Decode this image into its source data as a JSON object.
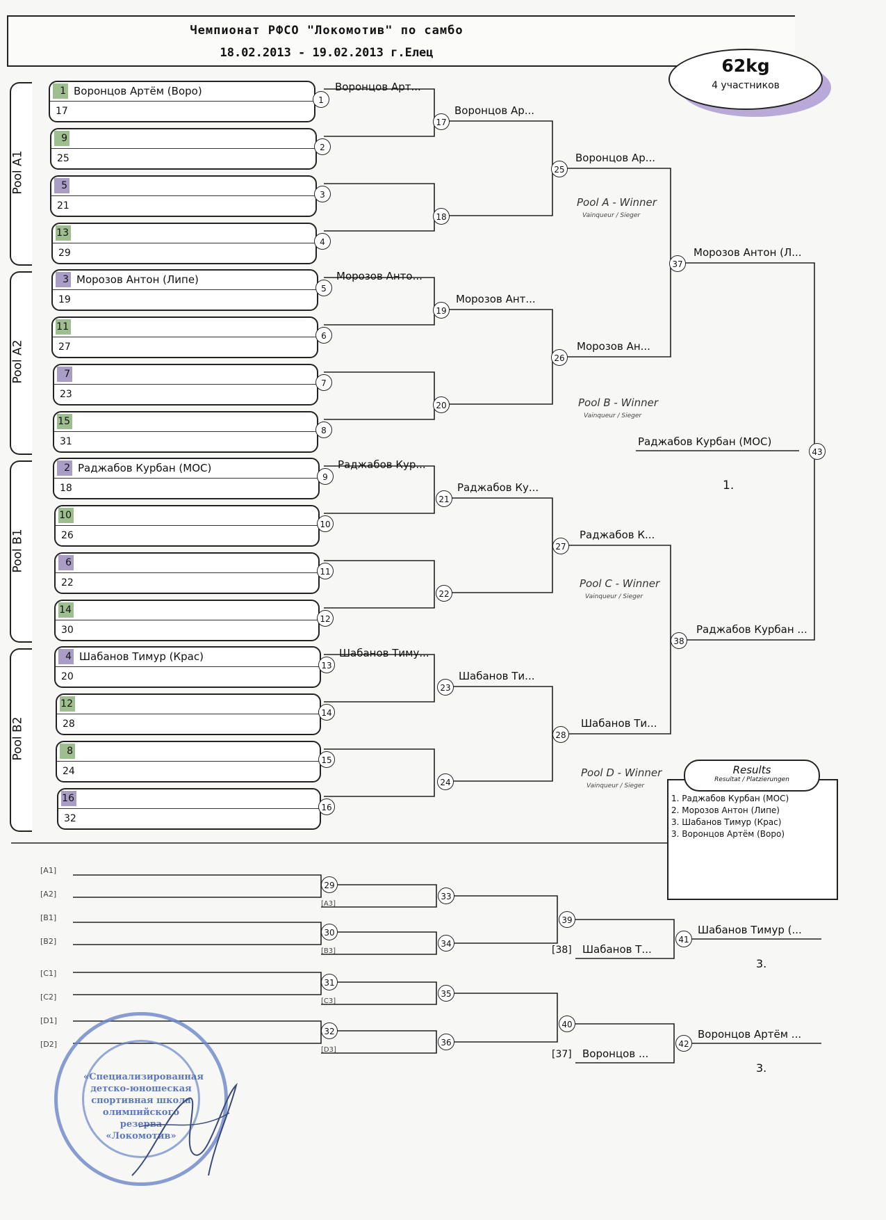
{
  "header": {
    "title": "Чемпионат РФСО \"Локомотив\" по самбо",
    "dates": "18.02.2013 - 19.02.2013 г.Елец",
    "weight": "62kg",
    "participants": "4 участников"
  },
  "pools": [
    {
      "label": "Pool A1",
      "slots": [
        {
          "top_seed": "1",
          "top_name": "Воронцов Артём (Воро)",
          "bottom_seed": "17",
          "match": "1",
          "result": "Воронцов Арт..."
        },
        {
          "top_seed": "9",
          "top_name": "",
          "bottom_seed": "25",
          "match": "2",
          "result": ""
        },
        {
          "top_seed": "5",
          "top_name": "",
          "bottom_seed": "21",
          "match": "3",
          "result": ""
        },
        {
          "top_seed": "13",
          "top_name": "",
          "bottom_seed": "29",
          "match": "4",
          "result": ""
        }
      ]
    },
    {
      "label": "Pool A2",
      "slots": [
        {
          "top_seed": "3",
          "top_name": "Морозов Антон (Липе)",
          "bottom_seed": "19",
          "match": "5",
          "result": "Морозов Анто..."
        },
        {
          "top_seed": "11",
          "top_name": "",
          "bottom_seed": "27",
          "match": "6",
          "result": ""
        },
        {
          "top_seed": "7",
          "top_name": "",
          "bottom_seed": "23",
          "match": "7",
          "result": ""
        },
        {
          "top_seed": "15",
          "top_name": "",
          "bottom_seed": "31",
          "match": "8",
          "result": ""
        }
      ]
    },
    {
      "label": "Pool B1",
      "slots": [
        {
          "top_seed": "2",
          "top_name": "Раджабов Курбан (МОС)",
          "bottom_seed": "18",
          "match": "9",
          "result": "Раджабов Кур..."
        },
        {
          "top_seed": "10",
          "top_name": "",
          "bottom_seed": "26",
          "match": "10",
          "result": ""
        },
        {
          "top_seed": "6",
          "top_name": "",
          "bottom_seed": "22",
          "match": "11",
          "result": ""
        },
        {
          "top_seed": "14",
          "top_name": "",
          "bottom_seed": "30",
          "match": "12",
          "result": ""
        }
      ]
    },
    {
      "label": "Pool B2",
      "slots": [
        {
          "top_seed": "4",
          "top_name": "Шабанов Тимур (Крас)",
          "bottom_seed": "20",
          "match": "13",
          "result": "Шабанов Тиму..."
        },
        {
          "top_seed": "12",
          "top_name": "",
          "bottom_seed": "28",
          "match": "14",
          "result": ""
        },
        {
          "top_seed": "8",
          "top_name": "",
          "bottom_seed": "24",
          "match": "15",
          "result": ""
        },
        {
          "top_seed": "16",
          "top_name": "",
          "bottom_seed": "32",
          "match": "16",
          "result": ""
        }
      ]
    }
  ],
  "round2": [
    {
      "match": "17",
      "result": "Воронцов Ар..."
    },
    {
      "match": "18",
      "result": ""
    },
    {
      "match": "19",
      "result": "Морозов Ант..."
    },
    {
      "match": "20",
      "result": ""
    },
    {
      "match": "21",
      "result": "Раджабов Ку..."
    },
    {
      "match": "22",
      "result": ""
    },
    {
      "match": "23",
      "result": "Шабанов Ти..."
    },
    {
      "match": "24",
      "result": ""
    }
  ],
  "round3": [
    {
      "match": "25",
      "result": "Воронцов Ар...",
      "pool_winner": "Pool A - Winner",
      "winner_sub": "Vainqueur / Sieger"
    },
    {
      "match": "26",
      "result": "Морозов Ан...",
      "pool_winner": "Pool B - Winner",
      "winner_sub": "Vainqueur / Sieger"
    },
    {
      "match": "27",
      "result": "Раджабов К...",
      "pool_winner": "Pool C - Winner",
      "winner_sub": "Vainqueur / Sieger"
    },
    {
      "match": "28",
      "result": "Шабанов Ти...",
      "pool_winner": "Pool D - Winner",
      "winner_sub": "Vainqueur / Sieger"
    }
  ],
  "semis": [
    {
      "match": "37",
      "result": "Морозов Антон (Л..."
    },
    {
      "match": "38",
      "result": "Раджабов Курбан ..."
    }
  ],
  "final": {
    "match": "43",
    "result": "Раджабов Курбан (МОС)",
    "place": "1."
  },
  "results": {
    "title": "Results",
    "subtitle": "Resultat / Platzierungen",
    "lines": [
      "1. Раджабов Курбан (МОС)",
      "2. Морозов Антон (Липе)",
      "3. Шабанов Тимур (Крас)",
      "3. Воронцов Артём (Воро)"
    ]
  },
  "repechage": {
    "slot_labels": [
      "[A1]",
      "[A2]",
      "[B1]",
      "[B2]",
      "[C1]",
      "[C2]",
      "[D1]",
      "[D2]"
    ],
    "matches_first": [
      "29",
      "30",
      "31",
      "32"
    ],
    "sub_labels": [
      "[A3]",
      "[B3]",
      "[C3]",
      "[D3]"
    ],
    "matches_second": [
      "33",
      "34",
      "35",
      "36"
    ],
    "matches_third": [
      "39",
      "40"
    ],
    "bronze": [
      {
        "match": "41",
        "loser_ref": "[38]",
        "loser_name": "Шабанов Т...",
        "result": "Шабанов Тимур (...",
        "place": "3."
      },
      {
        "match": "42",
        "loser_ref": "[37]",
        "loser_name": "Воронцов ...",
        "result": "Воронцов Артём ...",
        "place": "3."
      }
    ]
  },
  "stamp": {
    "center_text": "«Специализированная детско-юношеская спортивная школа олимпийского резерва «Локомотив»"
  },
  "colors": {
    "seed_green": "#9fbe90",
    "seed_purple": "#a99dc6",
    "stamp_blue": "#4d6cb8"
  }
}
